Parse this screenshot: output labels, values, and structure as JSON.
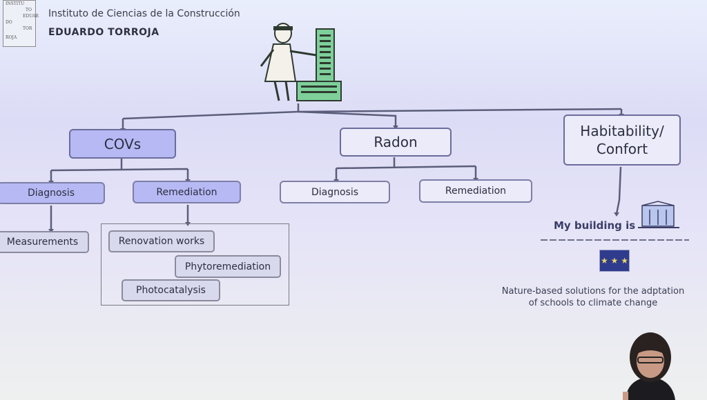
{
  "header": {
    "logo_lines": [
      "INSTITU",
      "TO",
      "EDUAR",
      "DO",
      "TOR",
      "ROJA"
    ],
    "institute_name": "Instituto de Ciencias de la Construcción",
    "institute_subtitle": "EDUARDO TORROJA"
  },
  "diagram": {
    "branches": [
      {
        "label": "COVs",
        "children": [
          {
            "label": "Diagnosis",
            "leaves": [
              "Measurements"
            ]
          },
          {
            "label": "Remediation",
            "leaves": [
              "Renovation works",
              "Phytoremediation",
              "Photocatalysis"
            ]
          }
        ]
      },
      {
        "label": "Radon",
        "children": [
          {
            "label": "Diagnosis",
            "leaves": []
          },
          {
            "label": "Remediation",
            "leaves": []
          }
        ]
      },
      {
        "label": "Habitability/\nConfort",
        "children": []
      }
    ]
  },
  "project": {
    "title": "My building is",
    "caption_line1": "Nature-based solutions for the adptation",
    "caption_line2": "of schools to climate change",
    "eu_flag_icon": "eu-flag-icon"
  },
  "colors": {
    "node_fill": "#b7b9f4",
    "node_light_fill": "#ebebf9",
    "connector": "#5b5d7a"
  }
}
